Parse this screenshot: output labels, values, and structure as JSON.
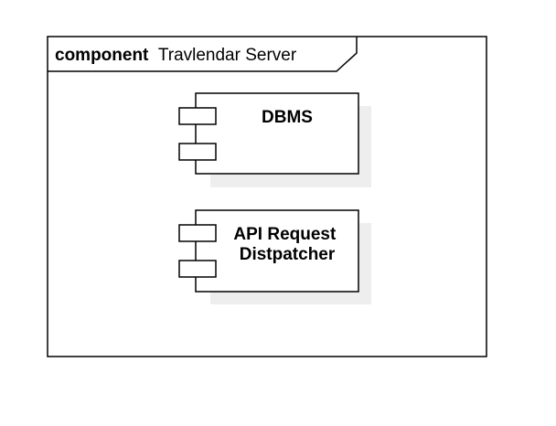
{
  "frame": {
    "keyword": "component",
    "name": "Travlendar Server"
  },
  "components": [
    {
      "label_lines": [
        "DBMS"
      ]
    },
    {
      "label_lines": [
        "API Request",
        "Distpatcher"
      ]
    }
  ],
  "colors": {
    "stroke": "#000000",
    "fill": "#ffffff",
    "shadow": "#eeeeee"
  }
}
